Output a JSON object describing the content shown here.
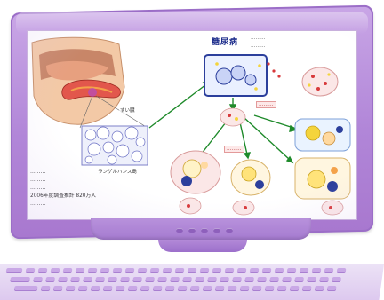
{
  "slide": {
    "title": "糖尿病",
    "legend": [
      "………",
      "………"
    ],
    "pancreas_label": "すい臓",
    "islet_label": "ランゲルハンス島",
    "stats": [
      "………",
      "………",
      "………",
      "2006年度調査推計 820万人",
      "………"
    ],
    "callouts": [
      "………",
      "………"
    ]
  },
  "colors": {
    "monitor_purple": "#b186d8",
    "arrow_green": "#1e8a2a",
    "title_blue": "#1a2a8a",
    "cell_blue": "#2c3f9c",
    "granule_yellow": "#f4d43c",
    "granule_red": "#d8393b"
  }
}
